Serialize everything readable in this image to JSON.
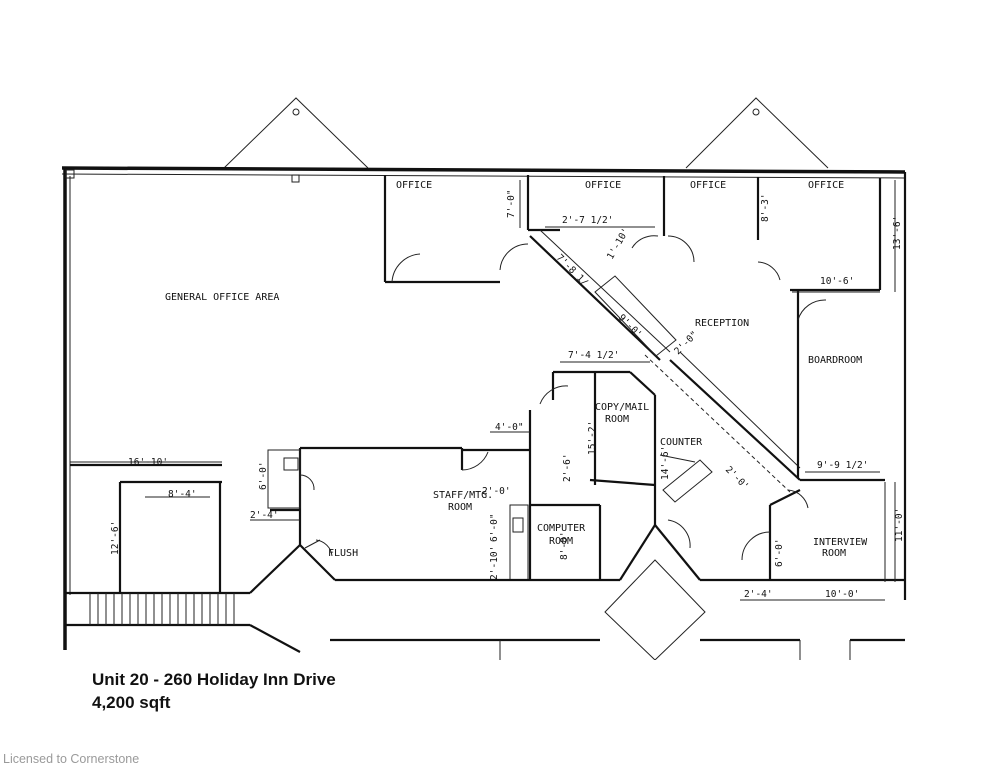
{
  "plan": {
    "rooms": {
      "office_1": "OFFICE",
      "office_2": "OFFICE",
      "office_3": "OFFICE",
      "office_4": "OFFICE",
      "general_office": "GENERAL OFFICE AREA",
      "reception": "RECEPTION",
      "boardroom": "BOARDROOM",
      "copy_mail_1": "COPY/MAIL",
      "copy_mail_2": "ROOM",
      "counter": "COUNTER",
      "staff_1": "STAFF/MTG.",
      "staff_2": "ROOM",
      "computer_1": "COMPUTER",
      "computer_2": "ROOM",
      "interview_1": "INTERVIEW",
      "interview_2": "ROOM",
      "flush": "FLUSH"
    },
    "dimensions": {
      "d_7_0": "7'-0\"",
      "d_2_7_half": "2'-7 1/2'",
      "d_1_10": "1'-10'",
      "d_8_3": "8'-3'",
      "d_13_6": "13'-6'",
      "d_10_6": "10'-6'",
      "d_7_8": "7'-8 1/",
      "d_9_0": "9'-0'",
      "d_2_0_rec": "2'-0\"",
      "d_7_4_half": "7'-4 1/2'",
      "d_4_0": "4'-0\"",
      "d_15_2": "15'-2'",
      "d_14_6": "14'-6'",
      "d_2_0_counter": "2'-0'",
      "d_9_9_half": "9'-9 1/2'",
      "d_16_10": "16'-10'",
      "d_8_4": "8'-4'",
      "d_6_0_left": "6'-0'",
      "d_2_4_left": "2'-4'",
      "d_12_6": "12'-6'",
      "d_2_6": "2'-6'",
      "d_2_0_staff": "2'-0'",
      "d_6_0_staff": "6'-0\"",
      "d_2_10": "2'-10'",
      "d_8_0": "8'-0'",
      "d_6_0_int": "6'-0'",
      "d_11_0": "11'-0'",
      "d_2_4_right": "2'-4'",
      "d_10_0": "10'-0'"
    }
  },
  "caption": {
    "line1": "Unit 20 - 260 Holiday Inn Drive",
    "line2": "4,200 sqft"
  },
  "watermark": "Licensed to Cornerstone"
}
